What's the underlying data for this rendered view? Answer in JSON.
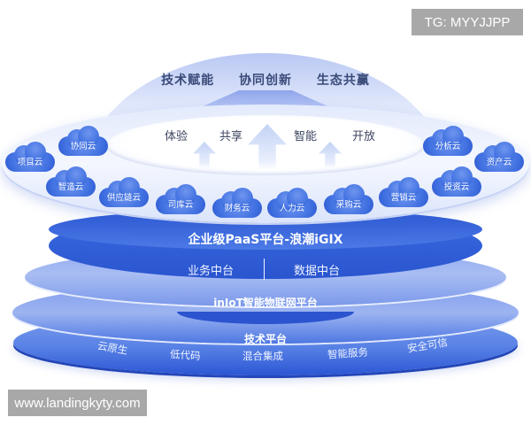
{
  "watermarks": {
    "top_right": "TG: MYYJJPP",
    "bottom_left": "www.landingkyty.com"
  },
  "dome": {
    "slogans": [
      "技术赋能",
      "协同创新",
      "生态共赢"
    ]
  },
  "values": [
    "体验",
    "共享",
    "智能",
    "开放"
  ],
  "clouds": [
    {
      "label": "项目云"
    },
    {
      "label": "协同云"
    },
    {
      "label": "智造云"
    },
    {
      "label": "供应链云"
    },
    {
      "label": "司库云"
    },
    {
      "label": "财务云"
    },
    {
      "label": "人力云"
    },
    {
      "label": "采购云"
    },
    {
      "label": "营销云"
    },
    {
      "label": "投资云"
    },
    {
      "label": "分析云"
    },
    {
      "label": "资产云"
    }
  ],
  "paas": {
    "title": "企业级PaaS平台-浪潮iGIX"
  },
  "middle_platforms": [
    "业务中台",
    "数据中台"
  ],
  "iot": {
    "title": "inIoT智能物联网平台"
  },
  "tech_platform": {
    "title": "技术平台",
    "items": [
      "云原生",
      "低代码",
      "混合集成",
      "智能服务",
      "安全可信"
    ]
  },
  "colors": {
    "primary_blue": "#2f5ad0",
    "light_blue": "#a9bdf3",
    "cloud_blue": "#3f6fe0",
    "text_dark": "#3a4a78",
    "watermark_bg": "#a8a8a8"
  }
}
